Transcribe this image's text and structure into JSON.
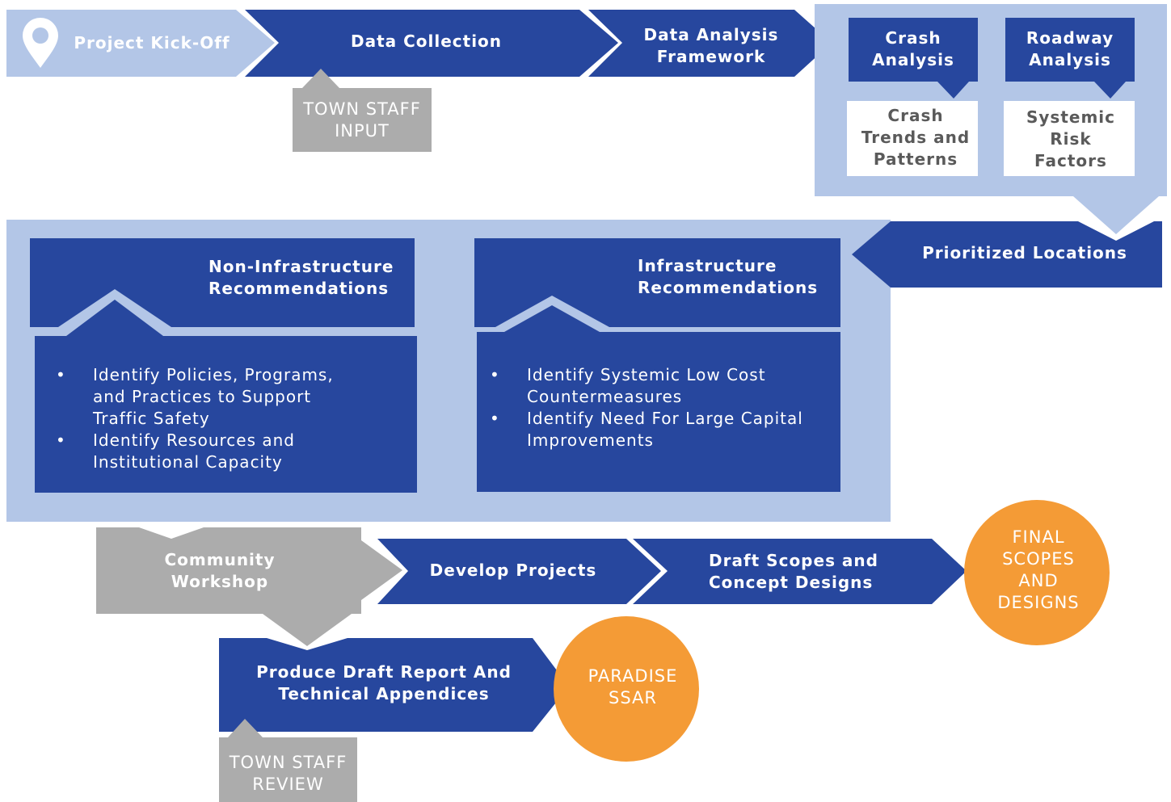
{
  "colors": {
    "dark_blue": "#27479e",
    "light_blue": "#b3c6e7",
    "gray": "#acacac",
    "orange": "#f49b36",
    "white": "#ffffff"
  },
  "steps": {
    "kickoff": "Project Kick-Off",
    "data_collection": "Data Collection",
    "town_staff_input": [
      "TOWN STAFF",
      "INPUT"
    ],
    "data_analysis": [
      "Data Analysis",
      "Framework"
    ],
    "crash_analysis": [
      "Crash",
      "Analysis"
    ],
    "crash_trends": [
      "Crash",
      "Trends and",
      "Patterns"
    ],
    "roadway_analysis": [
      "Roadway",
      "Analysis"
    ],
    "systemic_risk": [
      "Systemic",
      "Risk",
      "Factors"
    ],
    "prioritized_locations": "Prioritized Locations",
    "non_infra_title": [
      "Non-Infrastructure",
      "Recommendations"
    ],
    "non_infra_items": [
      "Identify Policies, Programs, and Practices to Support Traffic Safety",
      "Identify Resources and Institutional Capacity"
    ],
    "infra_title": [
      "Infrastructure",
      "Recommendations"
    ],
    "infra_items": [
      "Identify Systemic Low Cost Countermeasures",
      "Identify Need For Large Capital Improvements"
    ],
    "community_workshop": [
      "Community",
      "Workshop"
    ],
    "develop_projects": "Develop Projects",
    "draft_scopes": [
      "Draft Scopes and",
      "Concept Designs"
    ],
    "final_scopes": [
      "FINAL",
      "SCOPES",
      "AND",
      "DESIGNS"
    ],
    "draft_report": [
      "Produce Draft Report And",
      "Technical Appendices"
    ],
    "paradise_ssar": [
      "PARADISE",
      "SSAR"
    ],
    "town_staff_review": [
      "TOWN STAFF",
      "REVIEW"
    ]
  }
}
